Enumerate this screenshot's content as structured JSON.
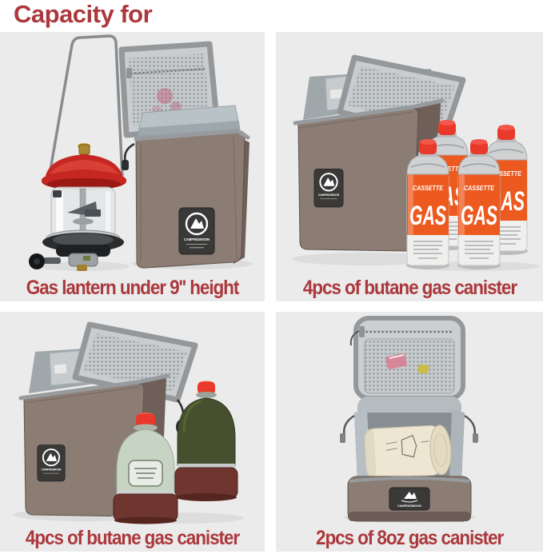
{
  "title": "Capacity for",
  "panels": [
    {
      "caption": "Gas lantern under 9'' height"
    },
    {
      "caption": "4pcs of butane gas canister"
    },
    {
      "caption": "4pcs of butane gas canister"
    },
    {
      "caption": "2pcs of 8oz gas canister"
    }
  ],
  "canister_label": {
    "brand": "CASSETTE",
    "product": "GAS"
  },
  "bag_patch": {
    "brand": "CAMPINGMOON"
  },
  "colors": {
    "accent_red": "#ab383c",
    "panel_bg": "#ebebeb",
    "bag_taupe": "#8b7c74",
    "bag_taupe_dark": "#6e6058",
    "bag_trim": "#979b9d",
    "bag_lining": "#b9c2c7",
    "canister_orange": "#ec5a1f",
    "cap_red": "#e9392b",
    "sage_green": "#c7d4c4",
    "olive_green": "#46502f",
    "maroon_base": "#6e362f",
    "cream": "#eee6d2",
    "lantern_red": "#c62722"
  }
}
